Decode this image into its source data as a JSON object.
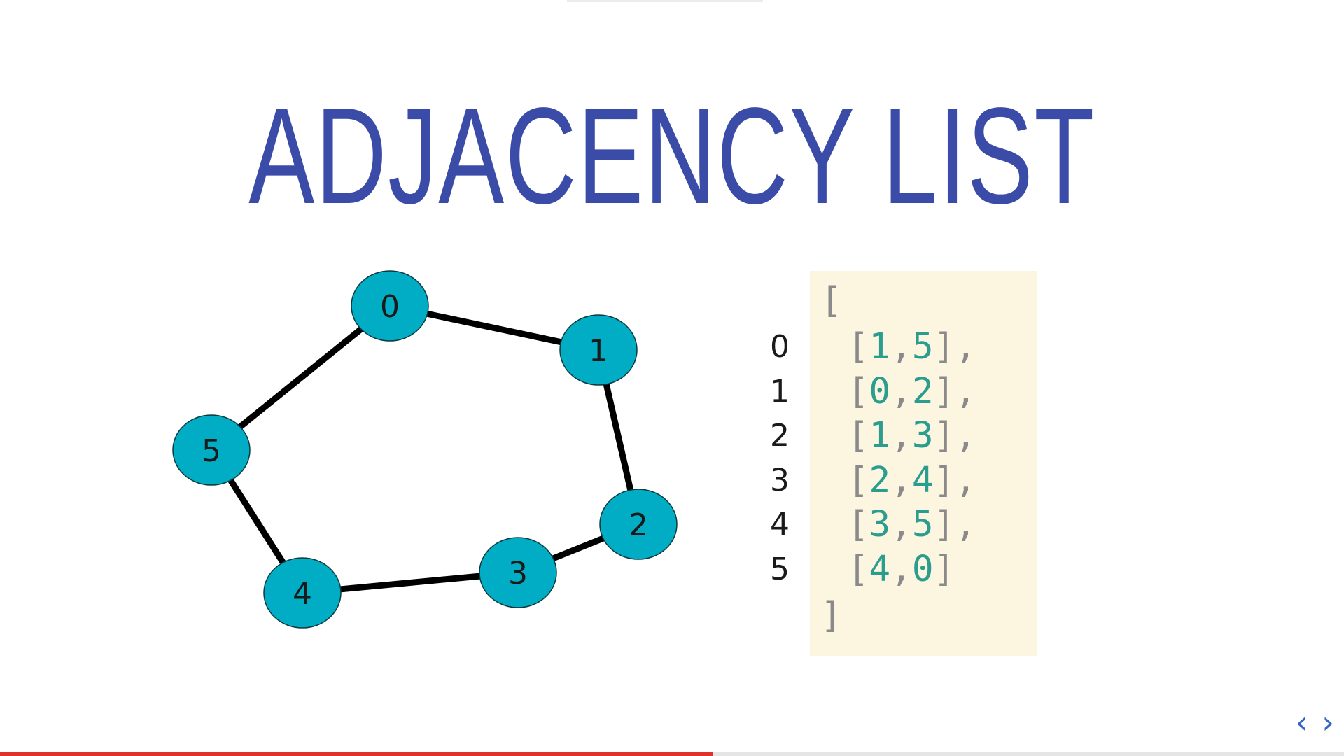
{
  "title": "ADJACENCY LIST",
  "graph": {
    "nodes": [
      {
        "id": "0"
      },
      {
        "id": "1"
      },
      {
        "id": "2"
      },
      {
        "id": "3"
      },
      {
        "id": "4"
      },
      {
        "id": "5"
      }
    ],
    "edges": [
      [
        "0",
        "1"
      ],
      [
        "1",
        "2"
      ],
      [
        "2",
        "3"
      ],
      [
        "3",
        "4"
      ],
      [
        "4",
        "5"
      ],
      [
        "5",
        "0"
      ]
    ],
    "node_color": "#00adc4",
    "edge_color": "#000000"
  },
  "adjacency": {
    "open": "[",
    "close": "]",
    "rows": [
      {
        "index": "0",
        "a": "1",
        "b": "5",
        "trail": ","
      },
      {
        "index": "1",
        "a": "0",
        "b": "2",
        "trail": ","
      },
      {
        "index": "2",
        "a": "1",
        "b": "3",
        "trail": ","
      },
      {
        "index": "3",
        "a": "2",
        "b": "4",
        "trail": ","
      },
      {
        "index": "4",
        "a": "3",
        "b": "5",
        "trail": ","
      },
      {
        "index": "5",
        "a": "4",
        "b": "0",
        "trail": ""
      }
    ]
  },
  "pager": {
    "prev": "‹",
    "next": "›"
  },
  "progress": 0.53
}
